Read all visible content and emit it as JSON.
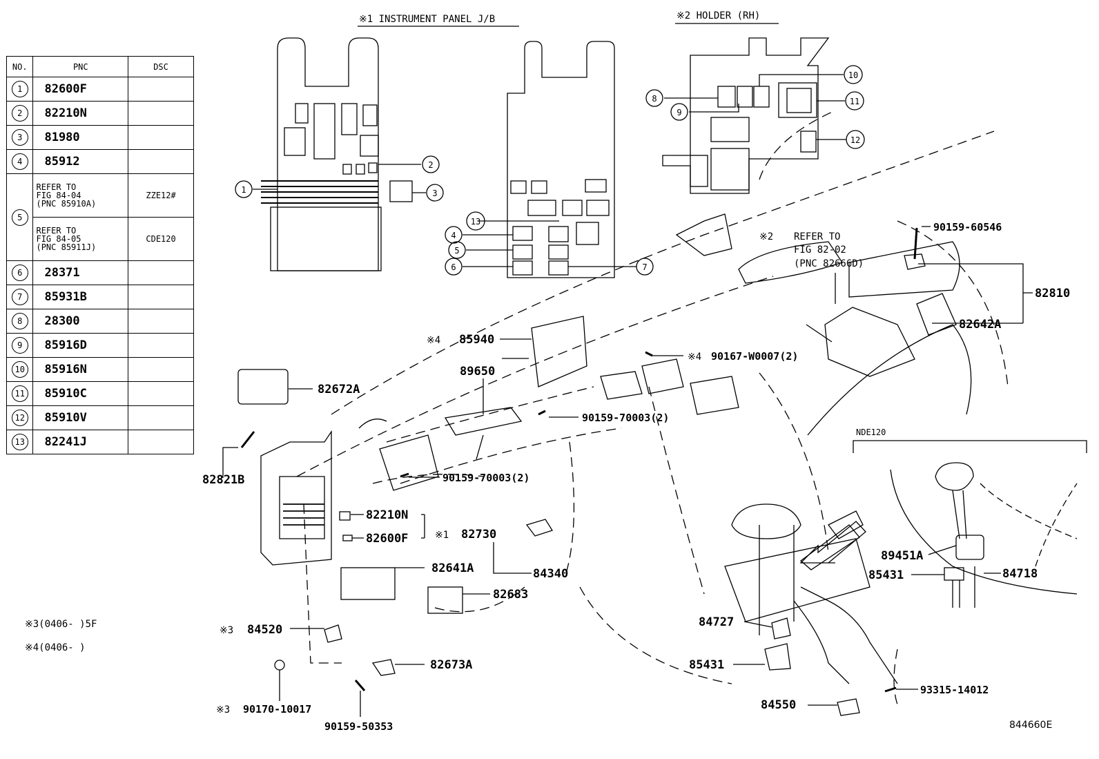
{
  "table": {
    "headers": {
      "no": "NO.",
      "pnc": "PNC",
      "dsc": "DSC"
    },
    "rows": [
      {
        "no": "1",
        "pnc": "82600F",
        "dsc": ""
      },
      {
        "no": "2",
        "pnc": "82210N",
        "dsc": ""
      },
      {
        "no": "3",
        "pnc": "81980",
        "dsc": ""
      },
      {
        "no": "4",
        "pnc": "85912",
        "dsc": ""
      },
      {
        "no": "5",
        "ref_a": [
          "REFER TO",
          "FIG  84-04",
          "(PNC 85910A)"
        ],
        "dsc_a": "ZZE12#",
        "ref_b": [
          "REFER TO",
          "FIG  84-05",
          "(PNC 85911J)"
        ],
        "dsc_b": "CDE120"
      },
      {
        "no": "6",
        "pnc": "28371",
        "dsc": ""
      },
      {
        "no": "7",
        "pnc": "85931B",
        "dsc": ""
      },
      {
        "no": "8",
        "pnc": "28300",
        "dsc": ""
      },
      {
        "no": "9",
        "pnc": "85916D",
        "dsc": ""
      },
      {
        "no": "10",
        "pnc": "85916N",
        "dsc": ""
      },
      {
        "no": "11",
        "pnc": "85910C",
        "dsc": ""
      },
      {
        "no": "12",
        "pnc": "85910V",
        "dsc": ""
      },
      {
        "no": "13",
        "pnc": "82241J",
        "dsc": ""
      }
    ]
  },
  "insets": {
    "panel_jb_title": "※1 INSTRUMENT PANEL J/B",
    "holder_title": "※2 HOLDER (RH)",
    "nde_title": "NDE120"
  },
  "callouts": {
    "c1": "1",
    "c2": "2",
    "c3": "3",
    "c4": "4",
    "c5": "5",
    "c6": "6",
    "c7": "7",
    "c8": "8",
    "c9": "9",
    "c10": "10",
    "c11": "11",
    "c12": "12",
    "c13": "13"
  },
  "refer_note": {
    "mark": "※2",
    "line1": "REFER TO",
    "line2": "FIG 82-02",
    "line3": "(PNC 82666D)"
  },
  "labels": {
    "p90159_60546": "90159-60546",
    "p82810": "82810",
    "p82642A": "82642A",
    "p85940": "85940",
    "m4a": "※4",
    "m4b": "※4",
    "p90167": "90167-W0007(2)",
    "p89650": "89650",
    "p82672A": "82672A",
    "p90159_70003a": "90159-70003(2)",
    "p90159_70003b": "90159-70003(2)",
    "p82821B": "82821B",
    "p82210N": "82210N",
    "p82600F": "82600F",
    "m1": "※1",
    "p82730": "82730",
    "p82641A": "82641A",
    "p84340": "84340",
    "p82683": "82683",
    "m3a": "※3",
    "p84520": "84520",
    "p82673A": "82673A",
    "m3b": "※3",
    "p90170": "90170-10017",
    "p90159_50353": "90159-50353",
    "p89451A": "89451A",
    "p85431a": "85431",
    "p84718": "84718",
    "p84727": "84727",
    "p85431b": "85431",
    "p84550": "84550",
    "p93315": "93315-14012",
    "fig_code": "844660E"
  },
  "footnotes": {
    "n3": "※3(0406-       )5F",
    "n4": "※4(0406-       )"
  }
}
